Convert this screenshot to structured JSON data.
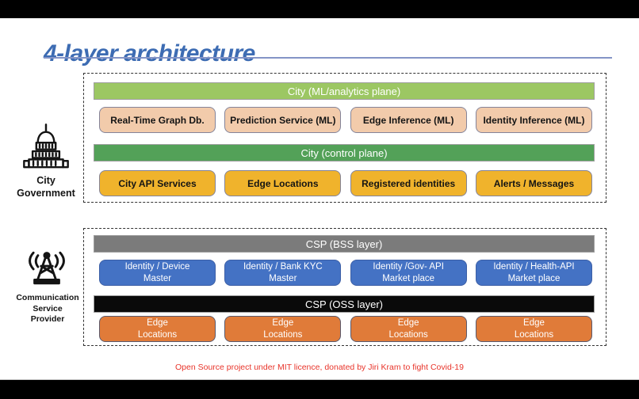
{
  "title": "4-layer architecture",
  "city_group": {
    "actor_label": "City\nGovernment",
    "actor_icon": "capitol-building-icon",
    "ml_bar": "City (ML/analytics plane)",
    "ml_boxes": [
      "Real-Time Graph Db.",
      "Prediction Service (ML)",
      "Edge Inference (ML)",
      "Identity Inference (ML)"
    ],
    "control_bar": "City (control plane)",
    "control_boxes": [
      "City API Services",
      "Edge Locations",
      "Registered identities",
      "Alerts / Messages"
    ]
  },
  "csp_group": {
    "actor_label": "Communication\nService\nProvider",
    "actor_icon": "broadcast-antenna-icon",
    "bss_bar": "CSP (BSS layer)",
    "bss_boxes": [
      "Identity / Device\nMaster",
      "Identity / Bank KYC\nMaster",
      "Identity /Gov- API\nMarket place",
      "Identity / Health-API\nMarket place"
    ],
    "oss_bar": "CSP (OSS layer)",
    "oss_boxes": [
      "Edge\nLocations",
      "Edge\nLocations",
      "Edge\nLocations",
      "Edge\nLocations"
    ]
  },
  "footer": "Open Source project under MIT licence, donated by Jiri Kram to fight Covid-19",
  "colors": {
    "title_blue": "#3D6CB3",
    "rule_blue": "#8494C6",
    "light_green": "#9CC763",
    "medium_green": "#53A158",
    "peach": "#F2CBAB",
    "gold": "#F0B32C",
    "gray": "#7B7B7B",
    "blue": "#4472C4",
    "oss_black": "#0A0A0A",
    "orange": "#E07B39",
    "footer_red": "#E8342A"
  }
}
